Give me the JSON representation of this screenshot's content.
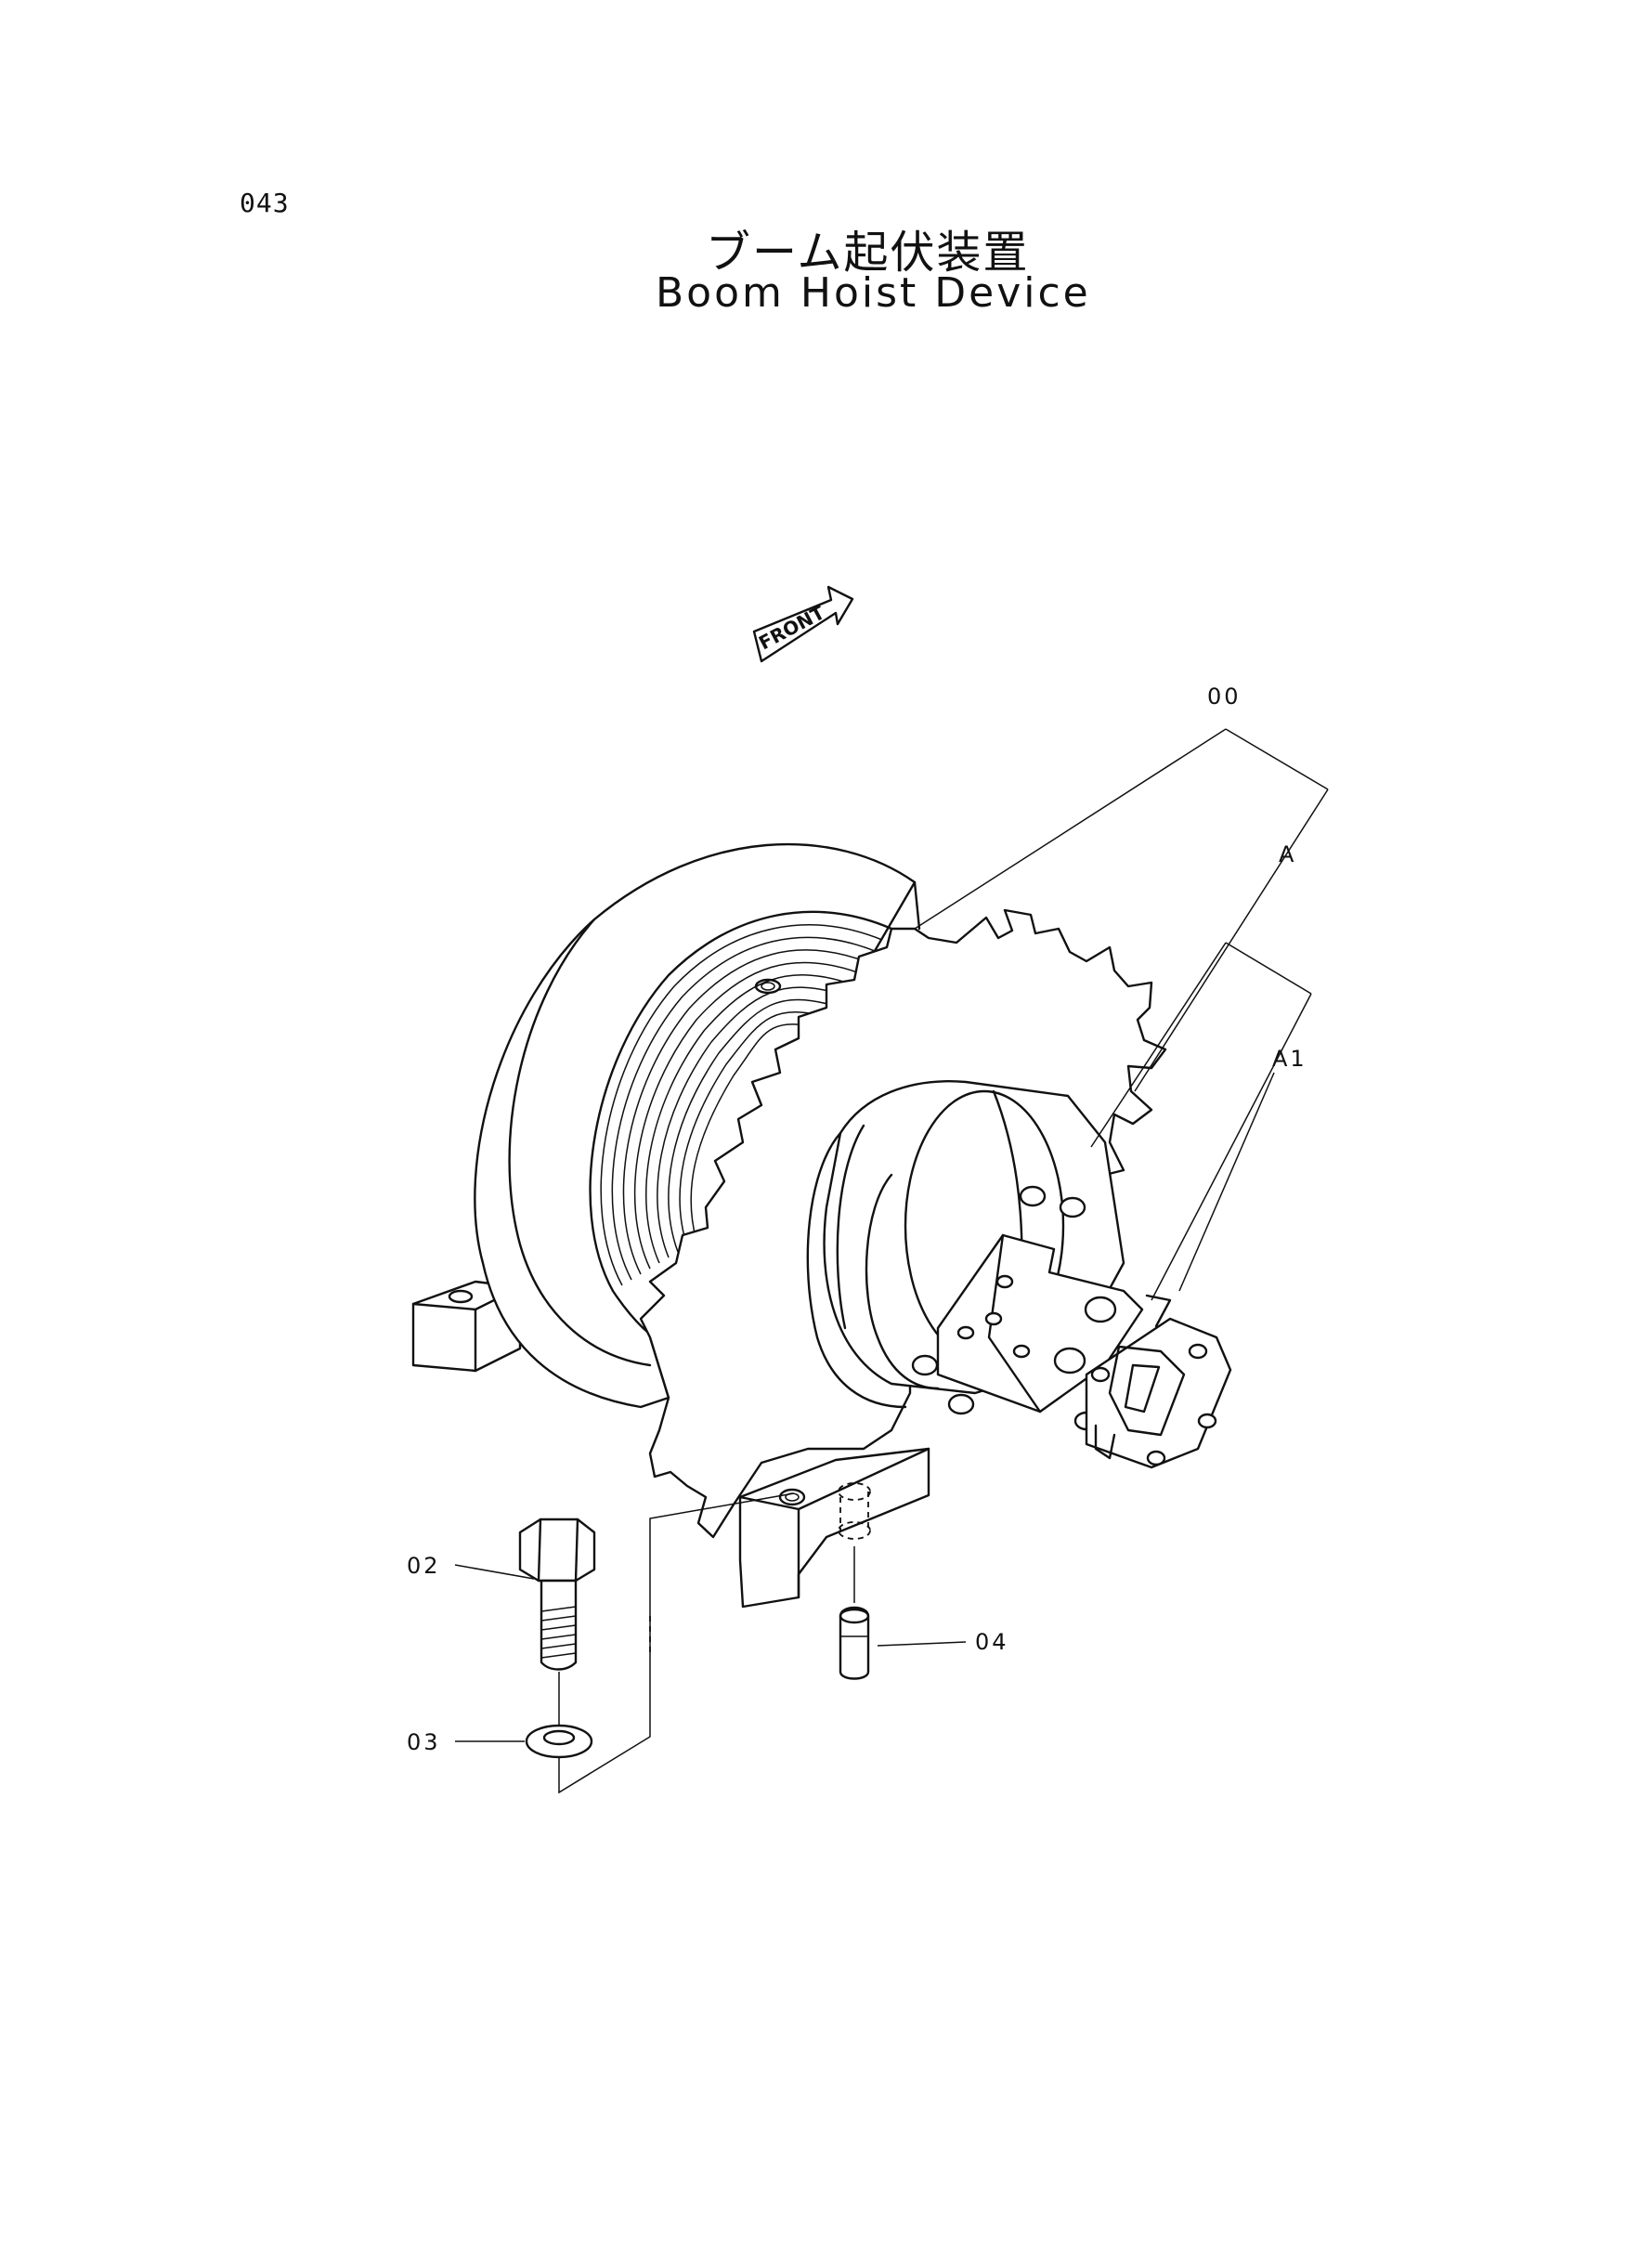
{
  "page_number": "043",
  "title_jp": "ブーム起伏装置",
  "title_en": "Boom Hoist Device",
  "front_label": "FRONT",
  "callouts": {
    "assembly": "00",
    "sub_a": "A",
    "sub_a1": "A1",
    "bolt": "02",
    "washer": "03",
    "pin": "04"
  }
}
